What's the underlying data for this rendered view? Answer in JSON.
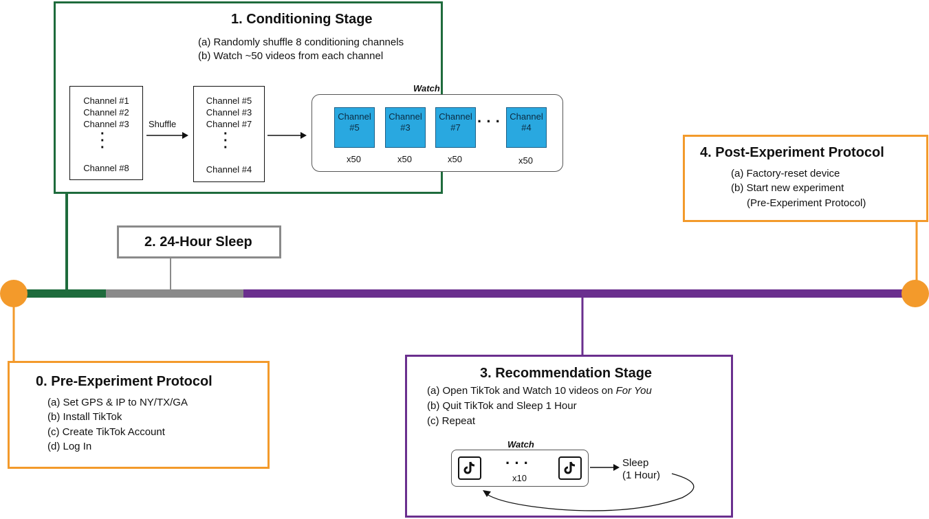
{
  "colors": {
    "green": "#1e6b3c",
    "gray": "#8a8a8a",
    "purple": "#6a2f8e",
    "orange": "#f39a2b",
    "blue": "#29a8e0"
  },
  "stage1": {
    "title": "1.  Conditioning Stage",
    "lines": [
      "(a) Randomly shuffle 8 conditioning channels",
      "(b) Watch ~50 videos from each channel"
    ],
    "list_a": [
      "Channel #1",
      "Channel #2",
      "Channel #3",
      "Channel #8"
    ],
    "shuffle_label": "Shuffle",
    "list_b": [
      "Channel #5",
      "Channel #3",
      "Channel #7",
      "Channel #4"
    ],
    "watch_label": "Watch",
    "cells": [
      {
        "name": "Channel",
        "num": "#5",
        "count": "x50"
      },
      {
        "name": "Channel",
        "num": "#3",
        "count": "x50"
      },
      {
        "name": "Channel",
        "num": "#7",
        "count": "x50"
      },
      {
        "name": "Channel",
        "num": "#4",
        "count": "x50"
      }
    ]
  },
  "stage2": {
    "title": "2. 24-Hour Sleep"
  },
  "stage0": {
    "title": "0. Pre-Experiment Protocol",
    "lines": [
      "(a) Set GPS & IP to NY/TX/GA",
      "(b) Install TikTok",
      "(c) Create TikTok Account",
      "(d) Log In"
    ]
  },
  "stage3": {
    "title": "3. Recommendation Stage",
    "line_a_pre": "(a) Open TikTok and Watch 10 videos on ",
    "line_a_em": "For You",
    "lines": [
      "(b) Quit TikTok and Sleep 1 Hour",
      "(c) Repeat"
    ],
    "watch_label": "Watch",
    "count": "x10",
    "sleep": [
      "Sleep",
      "(1 Hour)"
    ]
  },
  "stage4": {
    "title": "4. Post-Experiment Protocol",
    "lines": [
      "(a) Factory-reset device",
      "(b) Start new experiment",
      "(Pre-Experiment Protocol)"
    ]
  }
}
